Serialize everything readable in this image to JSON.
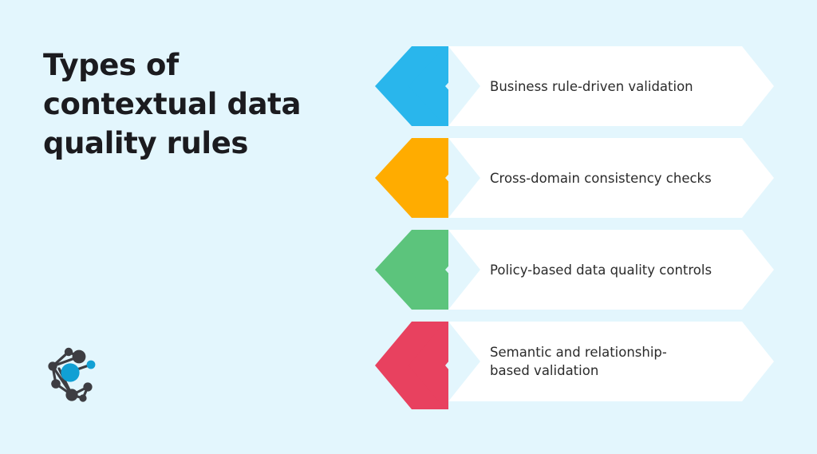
{
  "background_color": "#e3f6fd",
  "title": {
    "text": "Types of\ncontextual data\nquality rules",
    "color": "#1b1b1f"
  },
  "rows": [
    {
      "label": "Business rule-driven validation",
      "accent_color": "#29b6ec",
      "icon": "double-chevron-left-icon"
    },
    {
      "label": "Cross-domain consistency checks",
      "accent_color": "#ffac00",
      "icon": "double-chevron-left-icon"
    },
    {
      "label": "Policy-based data quality controls",
      "accent_color": "#5cc47c",
      "icon": "double-chevron-left-icon"
    },
    {
      "label": "Semantic and relationship-\nbased validation",
      "accent_color": "#e8415f",
      "icon": "double-chevron-left-icon"
    }
  ],
  "logo": {
    "name": "network-graph-logo",
    "node_color": "#3d3d42",
    "highlight_color": "#11a0d4"
  },
  "banner": {
    "fill_color": "#ffffff",
    "text_color": "#2b2b2b"
  }
}
